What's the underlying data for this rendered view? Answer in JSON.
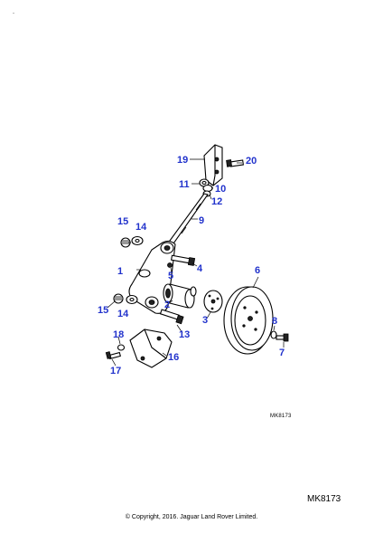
{
  "diagram": {
    "callouts": {
      "c1": "1",
      "c2": "2",
      "c3": "3",
      "c4": "4",
      "c5": "5",
      "c6": "6",
      "c7": "7",
      "c8": "8",
      "c9": "9",
      "c10": "10",
      "c11": "11",
      "c12": "12",
      "c13": "13",
      "c14a": "14",
      "c14b": "14",
      "c15a": "15",
      "c15b": "15",
      "c16": "16",
      "c17": "17",
      "c18": "18",
      "c19": "19",
      "c20": "20"
    },
    "reference_small": "MK8173",
    "reference_large": "MK8173",
    "copyright": "© Copyright, 2016. Jaguar Land Rover Limited.",
    "callout_color": "#2233cc"
  }
}
